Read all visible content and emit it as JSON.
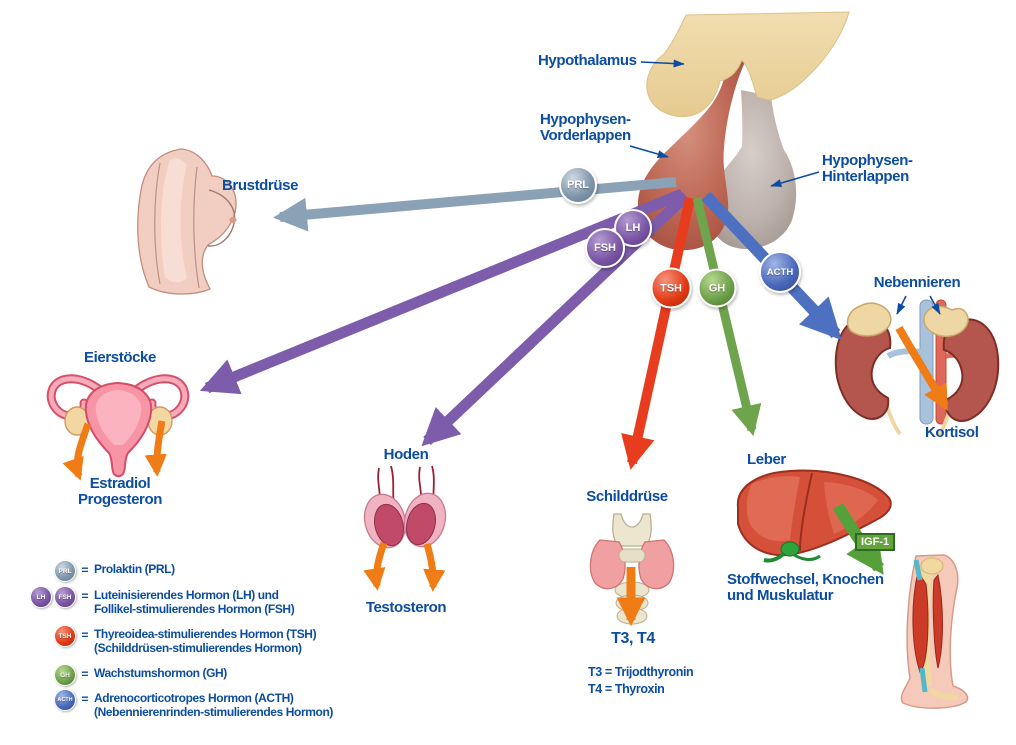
{
  "colors": {
    "label_blue": "#0c4da0",
    "prl_gray": "#8ba1b6",
    "lh_fsh_purple": "#7d5cab",
    "tsh_red": "#e83c1e",
    "gh_green": "#6ea44c",
    "acth_blue": "#4d70c0",
    "secretion_orange": "#f07c16",
    "igf_green": "#55a03a"
  },
  "brain": {
    "hypothalamus_label": "Hypothalamus",
    "anterior_label_line1": "Hypophysen-",
    "anterior_label_line2": "Vorderlappen",
    "posterior_label_line1": "Hypophysen-",
    "posterior_label_line2": "Hinterlappen"
  },
  "badges": {
    "prl": "PRL",
    "lh": "LH",
    "fsh": "FSH",
    "tsh": "TSH",
    "gh": "GH",
    "acth": "ACTH"
  },
  "organs": {
    "breast_label": "Brustdrüse",
    "ovaries_label": "Eierstöcke",
    "ovaries_product_line1": "Estradiol",
    "ovaries_product_line2": "Progesteron",
    "testes_label": "Hoden",
    "testes_product": "Testosteron",
    "thyroid_label": "Schilddrüse",
    "thyroid_product": "T3, T4",
    "thyroid_note_line1": "T3 = Trijodthyronin",
    "thyroid_note_line2": "T4 = Thyroxin",
    "liver_label": "Leber",
    "igf_label": "IGF-1",
    "liver_target_line1": "Stoffwechsel, Knochen",
    "liver_target_line2": "und Muskulatur",
    "adrenals_label": "Nebennieren",
    "adrenals_product": "Kortisol"
  },
  "legend": {
    "equals": "=",
    "rows": [
      {
        "lines": [
          "Prolaktin (PRL)"
        ]
      },
      {
        "lines": [
          "Luteinisierendes Hormon (LH) und",
          "Follikel-stimulierendes Hormon (FSH)"
        ]
      },
      {
        "lines": [
          "Thyreoidea-stimulierendes Hormon (TSH)",
          "(Schilddrüsen-stimulierendes Hormon)"
        ]
      },
      {
        "lines": [
          "Wachstumshormon (GH)"
        ]
      },
      {
        "lines": [
          "Adrenocorticotropes Hormon (ACTH)",
          "(Nebennierenrinden-stimulierendes Hormon)"
        ]
      }
    ]
  }
}
